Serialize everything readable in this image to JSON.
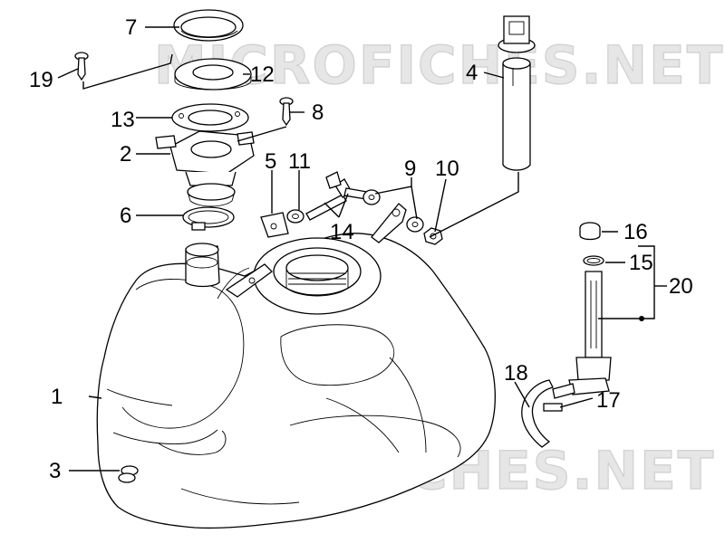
{
  "watermark": "MICROFICHES.NET",
  "callouts": {
    "c1": "1",
    "c2": "2",
    "c3": "3",
    "c4": "4",
    "c5": "5",
    "c6": "6",
    "c7": "7",
    "c8": "8",
    "c9": "9",
    "c10": "10",
    "c11": "11",
    "c12": "12",
    "c13": "13",
    "c14": "14",
    "c15": "15",
    "c16": "16",
    "c17": "17",
    "c18": "18",
    "c19": "19",
    "c20": "20"
  }
}
